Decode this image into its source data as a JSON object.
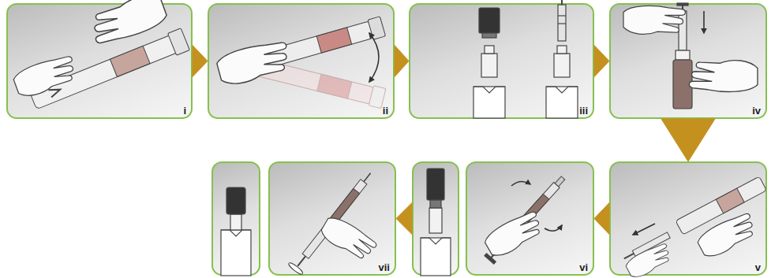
{
  "diagram": {
    "nodes": [
      {
        "text": [
          "i"
        ]
      },
      {
        "text": [
          "ii"
        ]
      },
      {
        "text": [
          "iii"
        ]
      },
      {
        "text": [
          "iv"
        ]
      },
      {
        "text": [
          "v"
        ]
      },
      {
        "text": [
          "vi"
        ]
      },
      {
        "text": [
          "vii"
        ]
      }
    ],
    "edges": [
      {
        "from": 0,
        "to": 1,
        "arrow": "to"
      },
      {
        "from": 1,
        "to": 2,
        "arrow": "to"
      },
      {
        "from": 2,
        "to": 3,
        "arrow": "to"
      },
      {
        "from": 3,
        "to": 4,
        "arrow": "to"
      },
      {
        "from": 4,
        "to": 5,
        "arrow": "to"
      },
      {
        "from": 5,
        "to": 6,
        "arrow": "to"
      }
    ]
  }
}
